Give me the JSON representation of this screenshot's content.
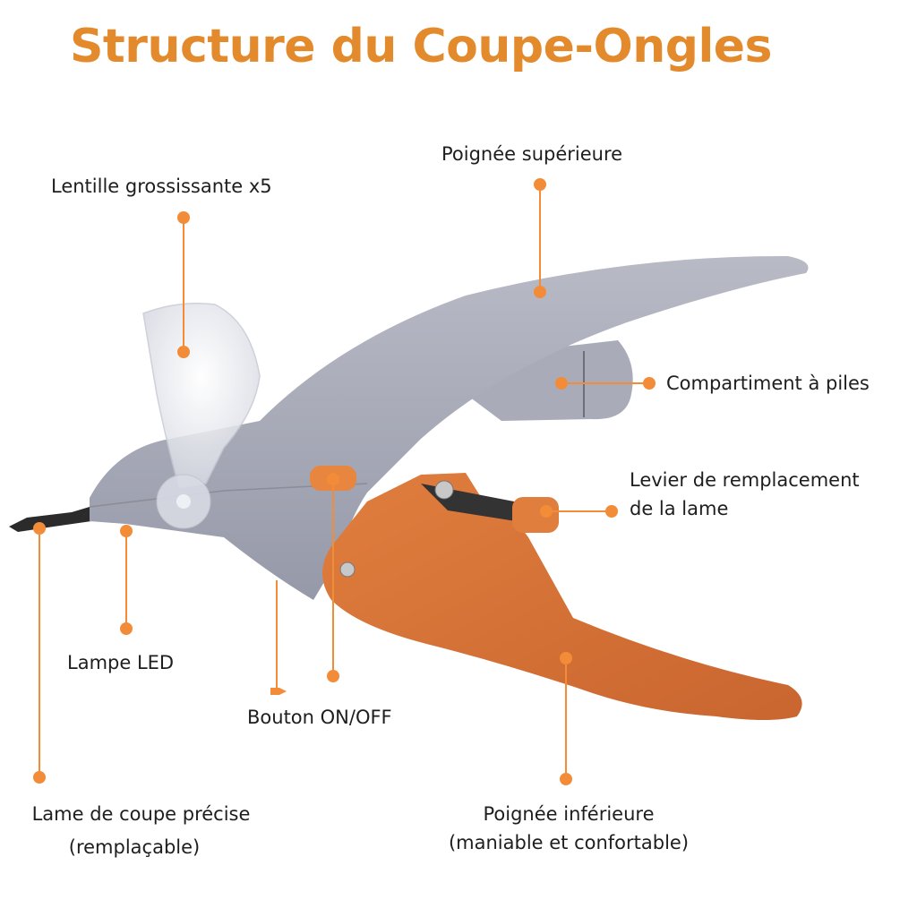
{
  "title": "Structure du Coupe-Ongles",
  "accent_color": "#f28c38",
  "labels": {
    "lens": "Lentille grossissante x5",
    "upper_handle": "Poignée supérieure",
    "battery": "Compartiment à piles",
    "lever_line1": "Levier de remplacement",
    "lever_line2": "de la lame",
    "led": "Lampe LED",
    "onoff": "Bouton ON/OFF",
    "blade_line1": "Lame de coupe précise",
    "blade_line2": "(remplaçable)",
    "lower_handle_line1": "Poignée inférieure",
    "lower_handle_line2": "(maniable et confortable)"
  },
  "colors": {
    "body_gray": "#a4a6b4",
    "handle_orange": "#d9733a",
    "blade_dark": "#2b2b2b",
    "lens_clear": "#e8eaf0"
  }
}
